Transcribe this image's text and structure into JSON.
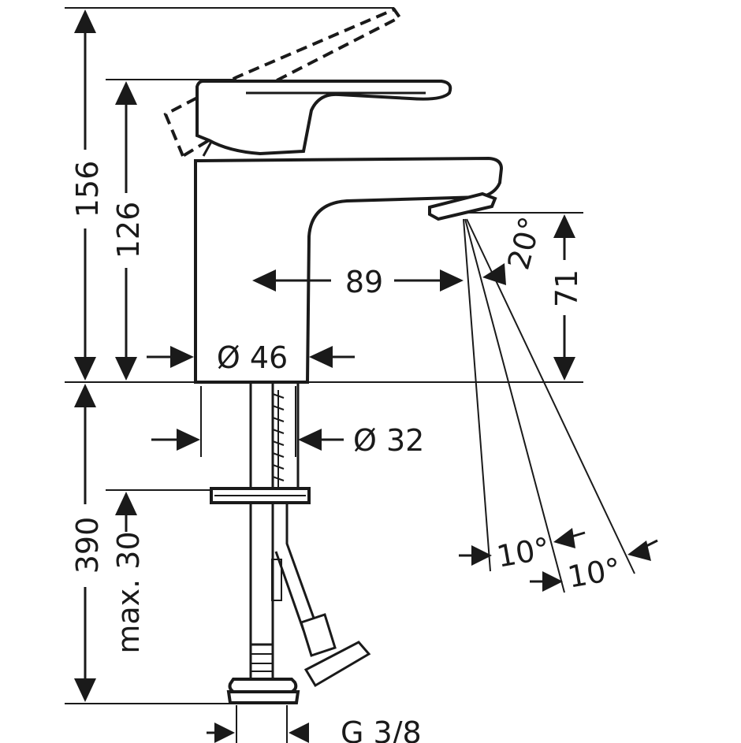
{
  "drawing": {
    "title": "",
    "dimensions": {
      "total_height": "156",
      "body_height": "126",
      "spout_height": "71",
      "spout_reach": "89",
      "body_diameter": "Ø 46",
      "shank_diameter": "Ø 32",
      "shank_length": "390",
      "max_counter_thickness": "max. 30",
      "connection_thread": "G 3/8"
    },
    "angles": {
      "spray_angle": "20°",
      "angle_left": "10°",
      "angle_right": "10°"
    }
  }
}
